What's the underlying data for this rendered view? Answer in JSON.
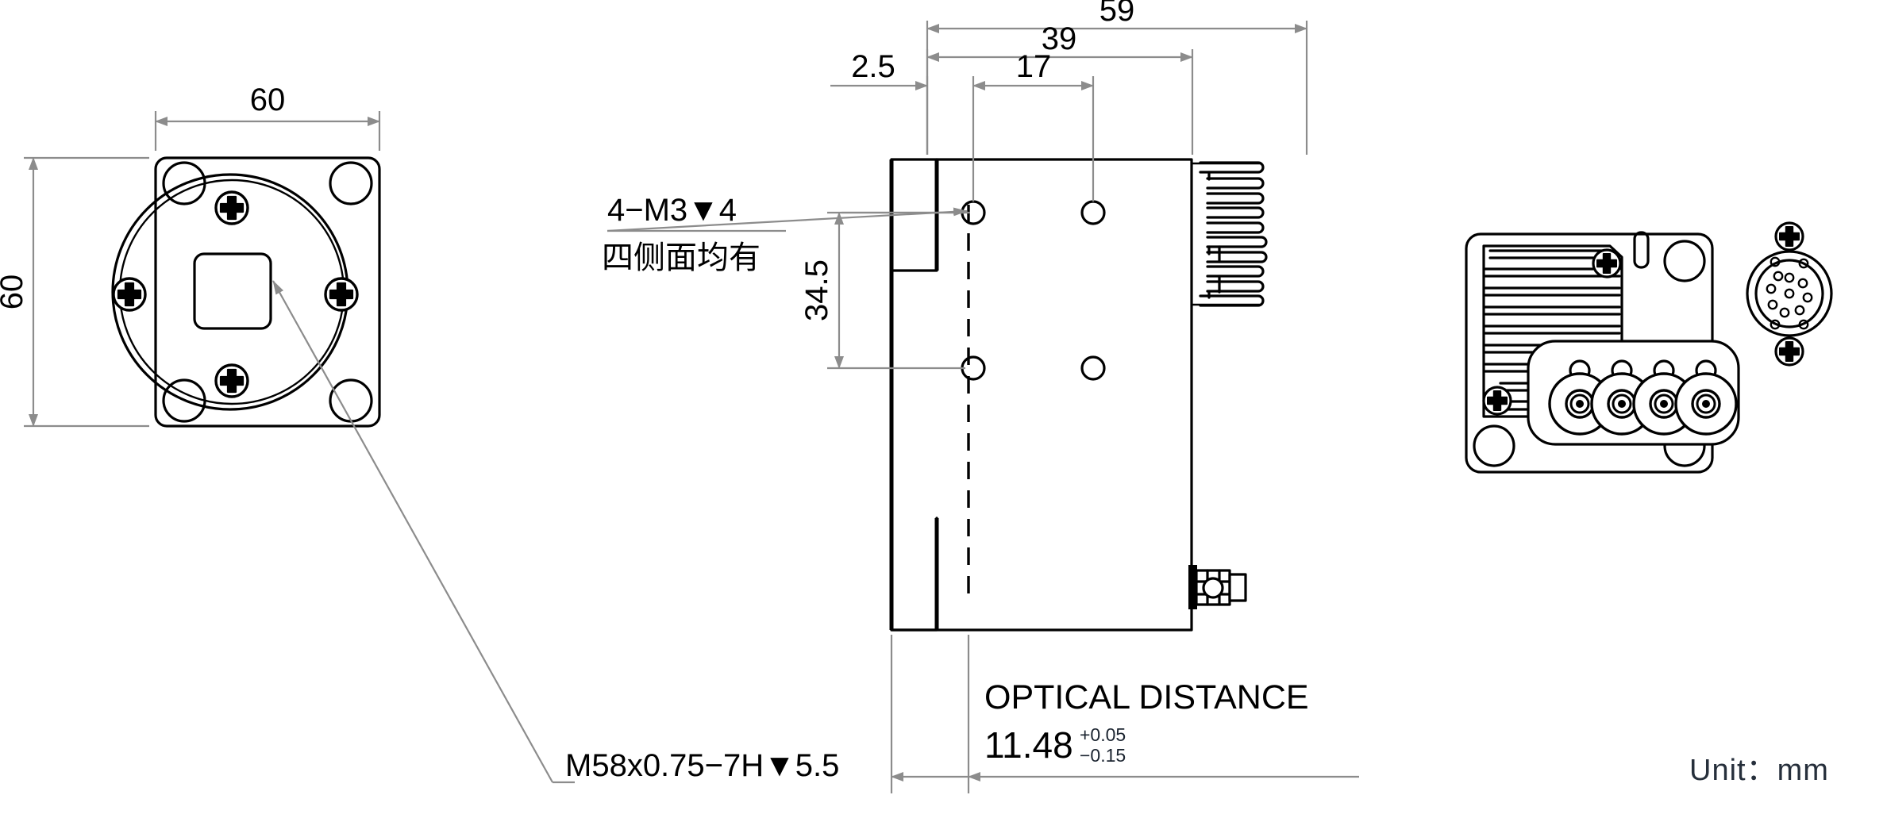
{
  "sheet": {
    "unit_note": "Unit：mm",
    "line_color": "#000000",
    "dim_color": "#8c8c8c",
    "background": "#ffffff"
  },
  "front_view": {
    "name": "front-view",
    "width_dim": "60",
    "height_dim": "60",
    "thread_callout": "M58x0.75−7H▼5.5"
  },
  "side_view": {
    "name": "side-view",
    "overall_length_dim": "59",
    "mid_dim": "39",
    "hole_spacing_dim": "17",
    "flange_dim": "2.5",
    "vertical_hole_dim": "34.5",
    "screw_callout_line1": "4−M3▼4",
    "screw_callout_line2": "四侧面均有",
    "optical_label": "OPTICAL DISTANCE",
    "optical_value": "11.48",
    "optical_tol_upper": "+0.05",
    "optical_tol_lower": "−0.15"
  },
  "rear_view": {
    "name": "rear-view"
  }
}
